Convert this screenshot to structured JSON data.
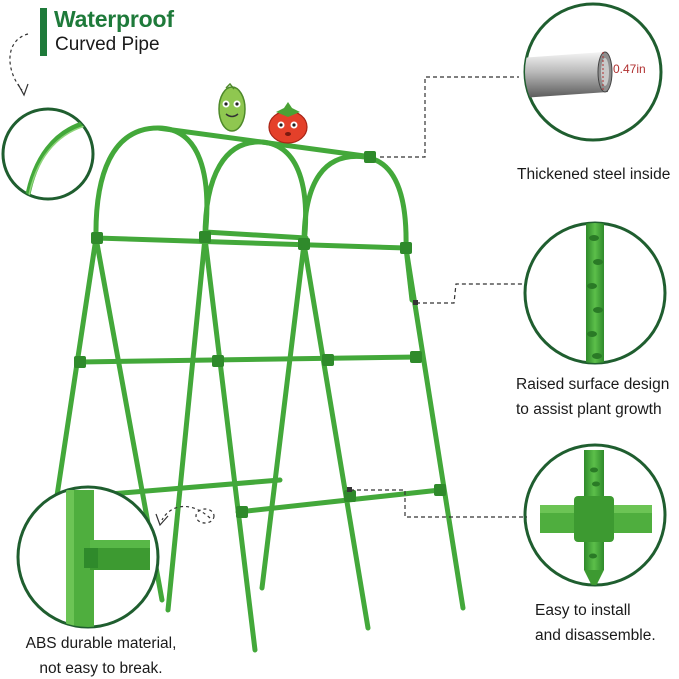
{
  "header": {
    "title": "Waterproof",
    "subtitle": "Curved Pipe"
  },
  "callouts": {
    "steel": {
      "label": "Thickened steel inside",
      "dimension": "0.47in"
    },
    "surface": {
      "line1": "Raised surface design",
      "line2": "to assist plant growth"
    },
    "install": {
      "line1": "Easy to install",
      "line2": "and disassemble."
    },
    "material": {
      "line1": "ABS durable material,",
      "line2": "not easy to break."
    }
  },
  "colors": {
    "brand_green": "#1e7a3a",
    "pipe_green": "#43a83a",
    "pipe_dark": "#2f8a2b",
    "dimension_red": "#b03030"
  },
  "icons": [
    "cucumber-mascot-icon",
    "tomato-mascot-icon",
    "curved-arrow-icon"
  ]
}
